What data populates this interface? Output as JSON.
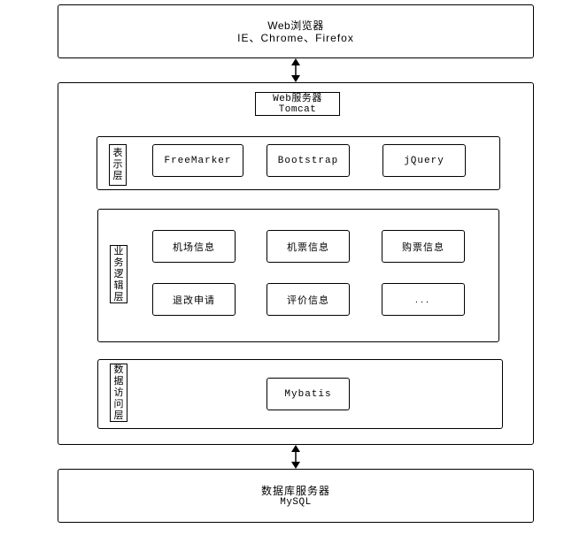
{
  "browser": {
    "title": "Web浏览器",
    "subtitle": "IE、Chrome、Firefox"
  },
  "web_server": {
    "title": "Web服务器",
    "subtitle": "Tomcat"
  },
  "presentation_layer": {
    "label": "表示层",
    "items": [
      "FreeMarker",
      "Bootstrap",
      "jQuery"
    ]
  },
  "business_layer": {
    "label": "业务逻辑层",
    "items": [
      "机场信息",
      "机票信息",
      "购票信息",
      "退改申请",
      "评价信息",
      "..."
    ]
  },
  "data_access_layer": {
    "label": "数据访问层",
    "items": [
      "Mybatis"
    ]
  },
  "database": {
    "title": "数据库服务器",
    "subtitle": "MySQL"
  }
}
